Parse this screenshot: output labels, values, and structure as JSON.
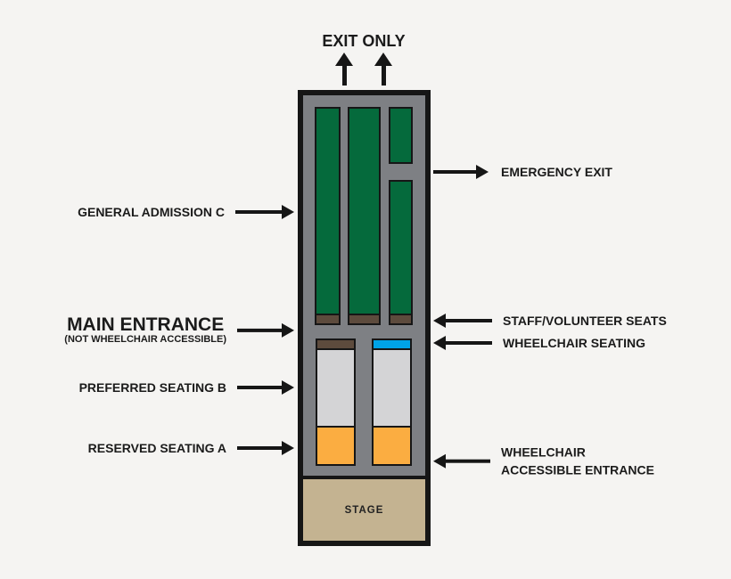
{
  "labels": {
    "exit_only": "EXIT ONLY",
    "general_admission": "GENERAL ADMISSION C",
    "main_entrance": "MAIN ENTRANCE",
    "main_entrance_note": "(NOT WHEELCHAIR ACCESSIBLE)",
    "preferred_seating": "PREFERRED SEATING B",
    "reserved_seating": "RESERVED SEATING A",
    "emergency_exit": "EMERGENCY EXIT",
    "staff_volunteer_seats": "STAFF/VOLUNTEER SEATS",
    "wheelchair_seating": "WHEELCHAIR SEATING",
    "wheelchair_entrance_line1": "WHEELCHAIR",
    "wheelchair_entrance_line2": "ACCESSIBLE ENTRANCE",
    "stage": "STAGE"
  },
  "colors": {
    "background": "#f5f4f2",
    "outline": "#161616",
    "venue_floor": "#7e8084",
    "general_admission": "#056a3c",
    "staff_seats": "#5d4b3d",
    "wheelchair": "#00a3e8",
    "preferred_seating": "#d4d4d6",
    "reserved_seating": "#fbad41",
    "stage": "#c4b391"
  }
}
